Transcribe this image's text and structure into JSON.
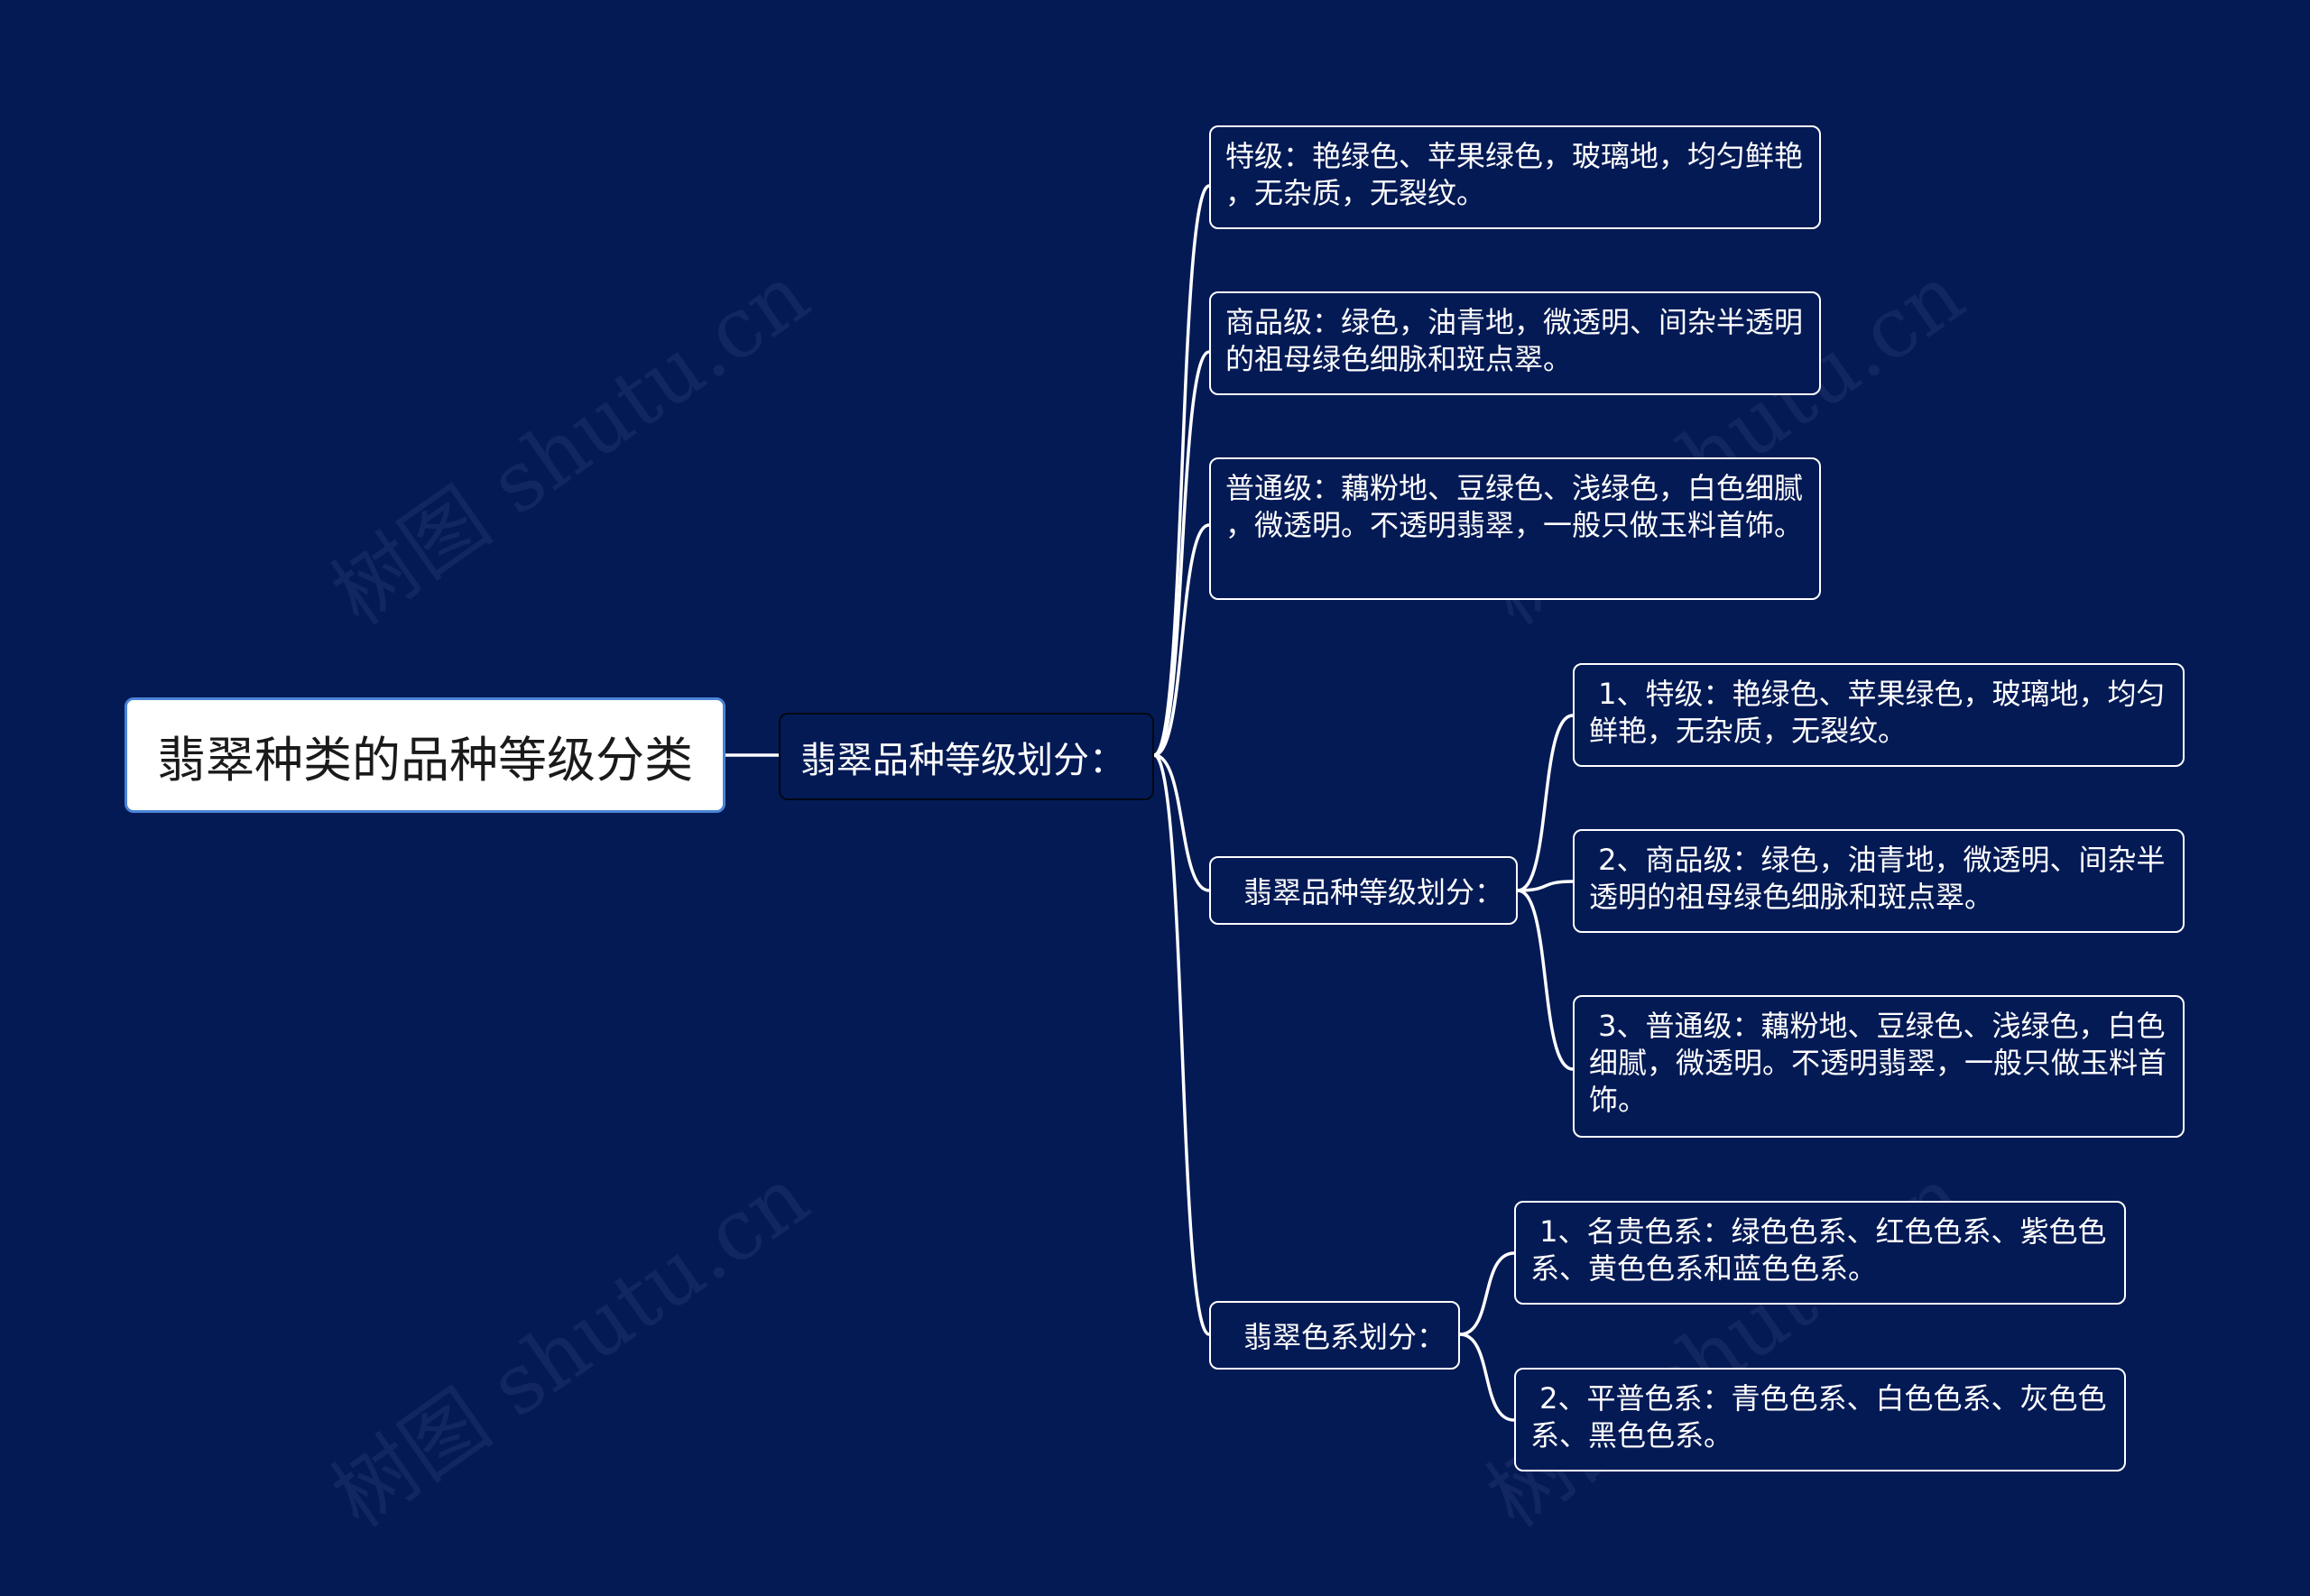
{
  "watermark": "树图 shutu.cn",
  "root": {
    "label": "翡翠种类的品种等级分类"
  },
  "branch": {
    "label": "翡翠品种等级划分："
  },
  "grades_direct": [
    "特级：艳绿色、苹果绿色，玻璃地，均匀鲜艳\n，无杂质，无裂纹。",
    "商品级：绿色，油青地，微透明、间杂半透明\n的祖母绿色细脉和斑点翠。",
    "普通级：藕粉地、豆绿色、浅绿色，白色细腻\n，微透明。不透明翡翠，一般只做玉料首饰。"
  ],
  "grade_group": {
    "label": "翡翠品种等级划分：",
    "items": [
      " 1、特级：艳绿色、苹果绿色，玻璃地，均匀\n鲜艳，无杂质，无裂纹。",
      " 2、商品级：绿色，油青地，微透明、间杂半\n透明的祖母绿色细脉和斑点翠。",
      " 3、普通级：藕粉地、豆绿色、浅绿色，白色\n细腻，微透明。不透明翡翠，一般只做玉料首\n饰。"
    ]
  },
  "color_group": {
    "label": "翡翠色系划分：",
    "items": [
      " 1、名贵色系：绿色色系、红色色系、紫色色\n系、黄色色系和蓝色色系。",
      " 2、平普色系：青色色系、白色色系、灰色色\n系、黑色色系。"
    ]
  },
  "colors": {
    "background": "#041a55",
    "line": "#ffffff",
    "root_border": "#4a84d6"
  }
}
